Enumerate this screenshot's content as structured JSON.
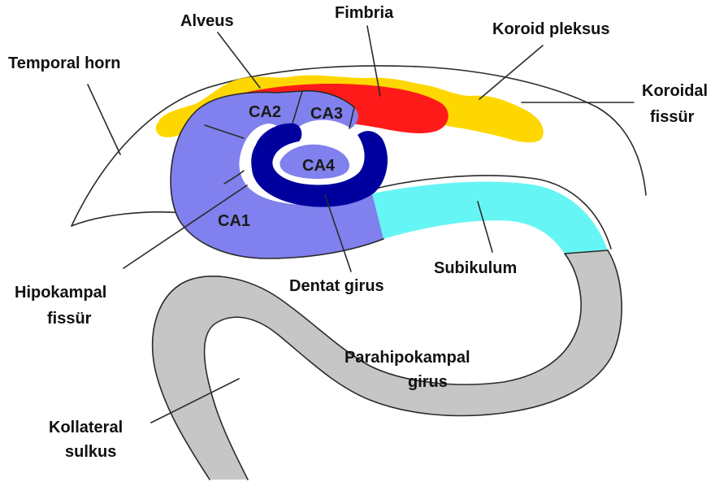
{
  "labels": {
    "alveus": "Alveus",
    "fimbria": "Fimbria",
    "koroid_pleksus": "Koroid pleksus",
    "temporal_horn": "Temporal horn",
    "koroidal_fissur_1": "Koroidal",
    "koroidal_fissur_2": "fissür",
    "ca1": "CA1",
    "ca2": "CA2",
    "ca3": "CA3",
    "ca4": "CA4",
    "subikulum": "Subikulum",
    "dentat_girus": "Dentat girus",
    "hipokampal_fissur_1": "Hipokampal",
    "hipokampal_fissur_2": "fissür",
    "parahipokampal_girus_1": "Parahipokampal",
    "parahipokampal_girus_2": "girus",
    "kollateral_sulkus_1": "Kollateral",
    "kollateral_sulkus_2": "sulkus"
  },
  "colors": {
    "plexus": "#ffd700",
    "fimbria": "#ff1a1a",
    "ca_region": "#8080ee",
    "dentate": "#00009e",
    "subiculum": "#66f5f5",
    "parahippocampal": "#c6c6c6",
    "outline": "#2a2a2a"
  }
}
